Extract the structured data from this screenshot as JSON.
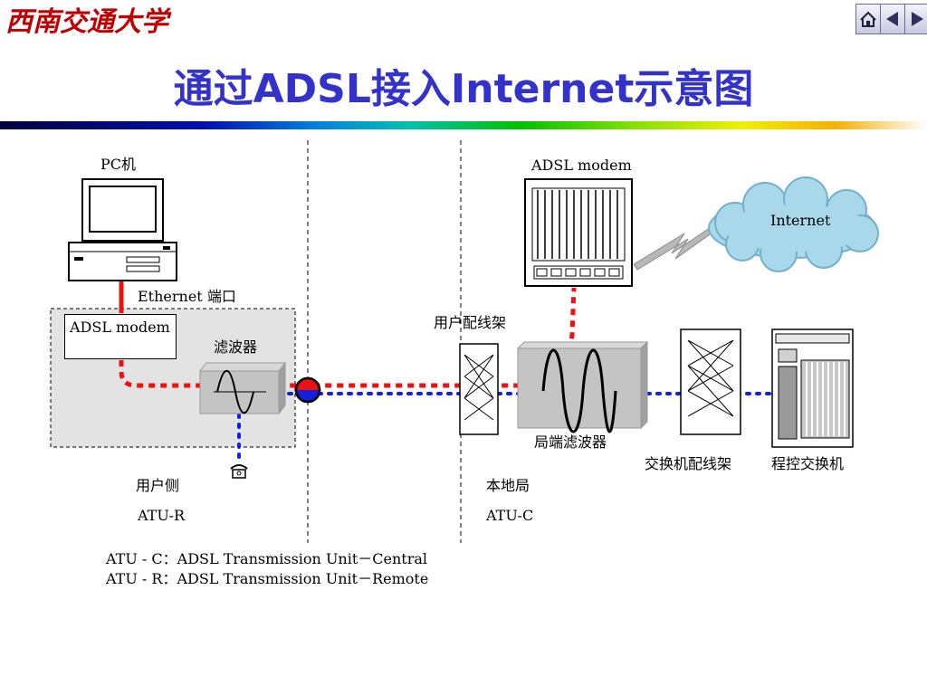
{
  "slide": {
    "title": "通过ADSL接入Internet示意图",
    "logo_text": "西南交通大学"
  },
  "nav": {
    "home_icon": "home-icon",
    "prev_icon": "triangle-left-icon",
    "next_icon": "triangle-right-icon"
  },
  "labels": {
    "pc": "PC机",
    "ethernet_port": "Ethernet 端口",
    "user_modem": "ADSL modem",
    "filter": "滤波器",
    "user_side": "用户侧",
    "atu_r": "ATU-R",
    "central_modem": "ADSL modem",
    "internet": "Internet",
    "user_distribution_frame": "用户配线架",
    "central_filter": "局端滤波器",
    "switch_distribution_frame": "交换机配线架",
    "program_switch": "程控交换机",
    "local_office": "本地局",
    "atu_c": "ATU-C"
  },
  "footnotes": [
    "ATU - C：ADSL Transmission Unit－Central",
    "ATU - R：ADSL Transmission Unit－Remote"
  ],
  "colors": {
    "title": "#3333cc",
    "data_line": "#ee1111",
    "voice_line": "#1122dd",
    "cloud": "#a8d8ea"
  }
}
